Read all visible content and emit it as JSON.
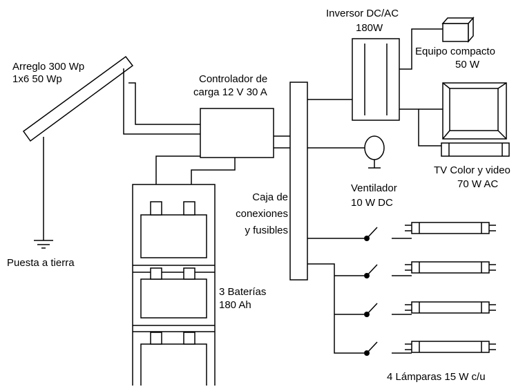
{
  "labels": {
    "panel": [
      "Arreglo 300 Wp",
      "1x6 50 Wp"
    ],
    "ground": "Puesta a tierra",
    "controller": [
      "Controlador de",
      "carga 12 V 30 A"
    ],
    "inverter": [
      "Inversor DC/AC",
      "180W"
    ],
    "compact": [
      "Equipo compacto",
      "50 W"
    ],
    "tv": [
      "TV Color y video",
      "70 W AC"
    ],
    "fan": [
      "Ventilador",
      "10 W DC"
    ],
    "junction": [
      "Caja de",
      "conexiones",
      "y fusibles"
    ],
    "batteries": [
      "3 Baterías",
      "180 Ah"
    ],
    "lamps": "4 Lámparas 15 W c/u"
  }
}
